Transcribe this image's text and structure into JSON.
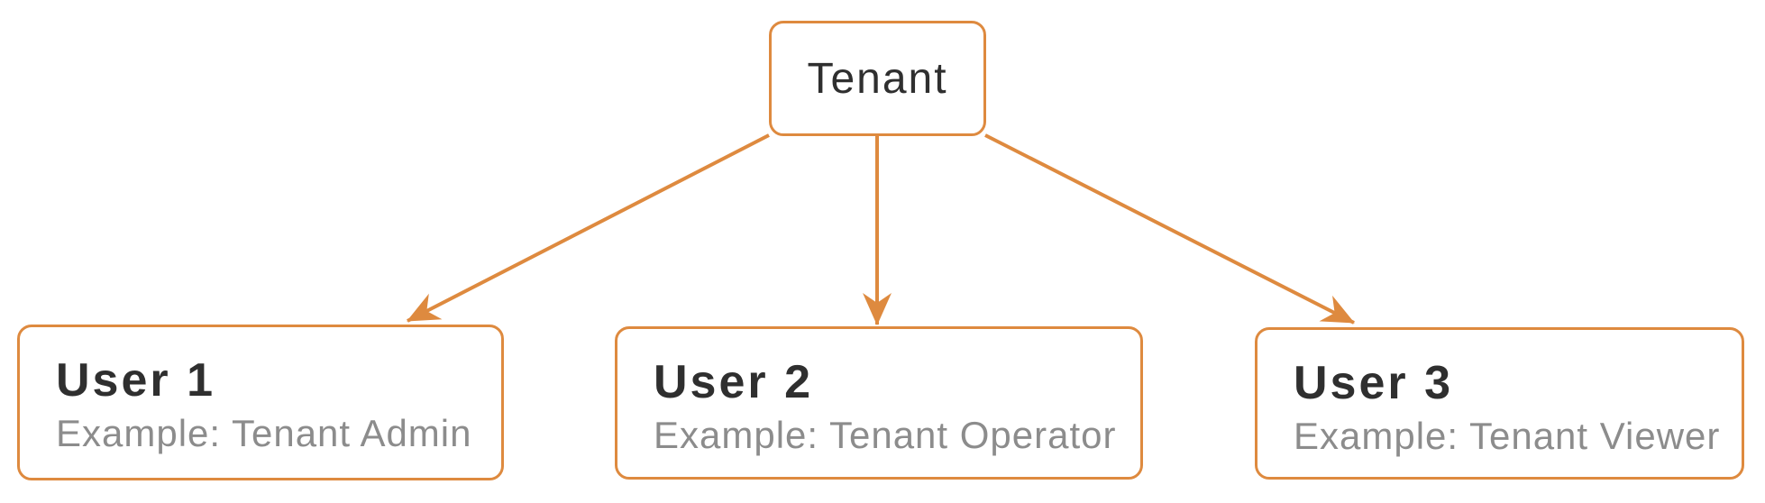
{
  "diagram": {
    "type": "flowchart",
    "accent_color": "#DE8A3F",
    "title_color": "#2F2F2F",
    "subtitle_color": "#8C8C8C",
    "nodes": {
      "tenant": {
        "label": "Tenant"
      },
      "user1": {
        "title": "User 1",
        "subtitle": "Example: Tenant Admin"
      },
      "user2": {
        "title": "User 2",
        "subtitle": "Example: Tenant Operator"
      },
      "user3": {
        "title": "User 3",
        "subtitle": "Example: Tenant Viewer"
      }
    },
    "edges": [
      {
        "from": "tenant",
        "to": "user1"
      },
      {
        "from": "tenant",
        "to": "user2"
      },
      {
        "from": "tenant",
        "to": "user3"
      }
    ]
  }
}
